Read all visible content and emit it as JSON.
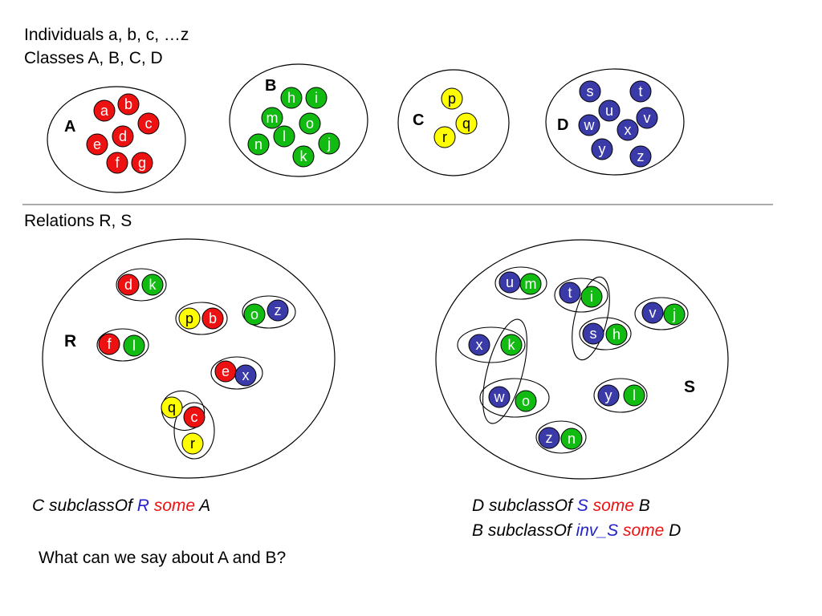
{
  "colors": {
    "red": "#ee1111",
    "green": "#11bb11",
    "yellow": "#ffff00",
    "blue": "#3a3aa8",
    "relation_blue": "#2222cc",
    "relation_red": "#ee1111"
  },
  "header": {
    "individuals": "Individuals a, b, c, …z",
    "classes": "Classes A, B, C, D",
    "relations": "Relations R, S"
  },
  "classes": [
    {
      "label": "A",
      "members": [
        {
          "letter": "a",
          "color": "red"
        },
        {
          "letter": "b",
          "color": "red"
        },
        {
          "letter": "c",
          "color": "red"
        },
        {
          "letter": "d",
          "color": "red"
        },
        {
          "letter": "e",
          "color": "red"
        },
        {
          "letter": "f",
          "color": "red"
        },
        {
          "letter": "g",
          "color": "red"
        }
      ]
    },
    {
      "label": "B",
      "members": [
        {
          "letter": "h",
          "color": "green"
        },
        {
          "letter": "i",
          "color": "green"
        },
        {
          "letter": "m",
          "color": "green"
        },
        {
          "letter": "o",
          "color": "green"
        },
        {
          "letter": "l",
          "color": "green"
        },
        {
          "letter": "n",
          "color": "green"
        },
        {
          "letter": "j",
          "color": "green"
        },
        {
          "letter": "k",
          "color": "green"
        }
      ]
    },
    {
      "label": "C",
      "members": [
        {
          "letter": "p",
          "color": "yellow"
        },
        {
          "letter": "q",
          "color": "yellow"
        },
        {
          "letter": "r",
          "color": "yellow"
        }
      ]
    },
    {
      "label": "D",
      "members": [
        {
          "letter": "s",
          "color": "blue"
        },
        {
          "letter": "t",
          "color": "blue"
        },
        {
          "letter": "u",
          "color": "blue"
        },
        {
          "letter": "w",
          "color": "blue"
        },
        {
          "letter": "x",
          "color": "blue"
        },
        {
          "letter": "v",
          "color": "blue"
        },
        {
          "letter": "y",
          "color": "blue"
        },
        {
          "letter": "z",
          "color": "blue"
        }
      ]
    }
  ],
  "relations": [
    {
      "label": "R",
      "pairs": [
        [
          "d",
          "k"
        ],
        [
          "p",
          "b"
        ],
        [
          "o",
          "z"
        ],
        [
          "f",
          "l"
        ],
        [
          "e",
          "x"
        ],
        [
          "q",
          "c"
        ],
        [
          "c",
          "r"
        ]
      ]
    },
    {
      "label": "S",
      "pairs": [
        [
          "u",
          "m"
        ],
        [
          "t",
          "i"
        ],
        [
          "v",
          "j"
        ],
        [
          "x",
          "k"
        ],
        [
          "s",
          "h"
        ],
        [
          "w",
          "o"
        ],
        [
          "y",
          "l"
        ],
        [
          "z",
          "n"
        ],
        [
          "i",
          "s"
        ],
        [
          "k",
          "w"
        ]
      ]
    }
  ],
  "axioms": {
    "ax1": {
      "class": "C",
      "kw": "subclassOf",
      "rel": "R",
      "q": "some",
      "target": "A"
    },
    "ax2": {
      "class": "D",
      "kw": "subclassOf",
      "rel": "S",
      "q": "some",
      "target": "B"
    },
    "ax3": {
      "class": "B",
      "kw": "subclassOf",
      "rel": "inv_S",
      "q": "some",
      "target": "D"
    }
  },
  "question": "What can we say about A and B?"
}
